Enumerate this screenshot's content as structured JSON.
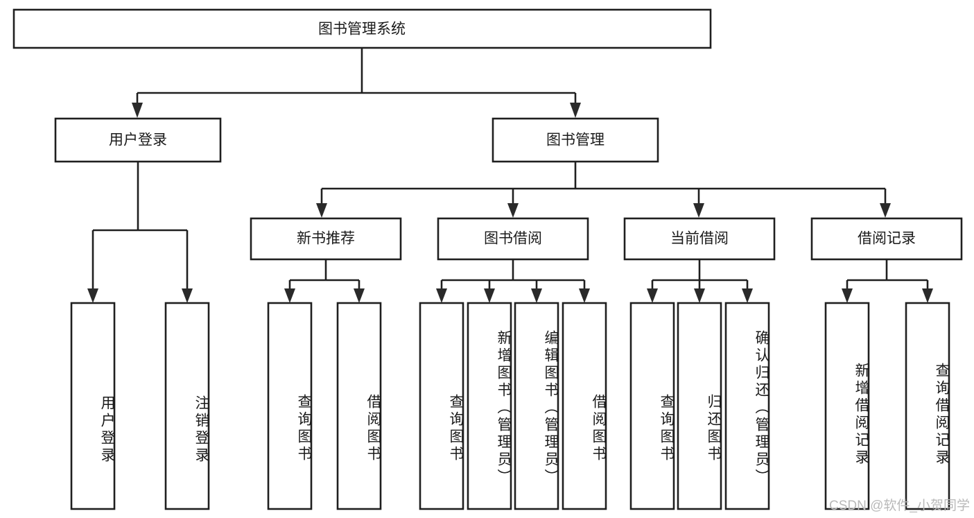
{
  "diagram": {
    "title": "图书管理系统",
    "watermark": "CSDN @软件_小贺同学",
    "colors": {
      "stroke": "#1f1f1f",
      "fill": "#ffffff",
      "text": "#1a1a1a",
      "watermark": "#b9b9b9"
    },
    "root": {
      "label": "图书管理系统"
    },
    "level2": [
      {
        "label": "用户登录"
      },
      {
        "label": "图书管理"
      }
    ],
    "level3": [
      {
        "label": "新书推荐"
      },
      {
        "label": "图书借阅"
      },
      {
        "label": "当前借阅"
      },
      {
        "label": "借阅记录"
      }
    ],
    "leaves": {
      "user_login": [
        {
          "label": "用户登录"
        },
        {
          "label": "注销登录"
        }
      ],
      "new_book_recommend": [
        {
          "label": "查询图书"
        },
        {
          "label": "借阅图书"
        }
      ],
      "book_borrow": [
        {
          "label": "查询图书"
        },
        {
          "label": "新增图书（管理员）"
        },
        {
          "label": "编辑图书（管理员）"
        },
        {
          "label": "借阅图书"
        }
      ],
      "current_borrow": [
        {
          "label": "查询图书"
        },
        {
          "label": "归还图书"
        },
        {
          "label": "确认归还（管理员）"
        }
      ],
      "borrow_record": [
        {
          "label": "新增借阅记录"
        },
        {
          "label": "查询借阅记录"
        }
      ]
    }
  }
}
